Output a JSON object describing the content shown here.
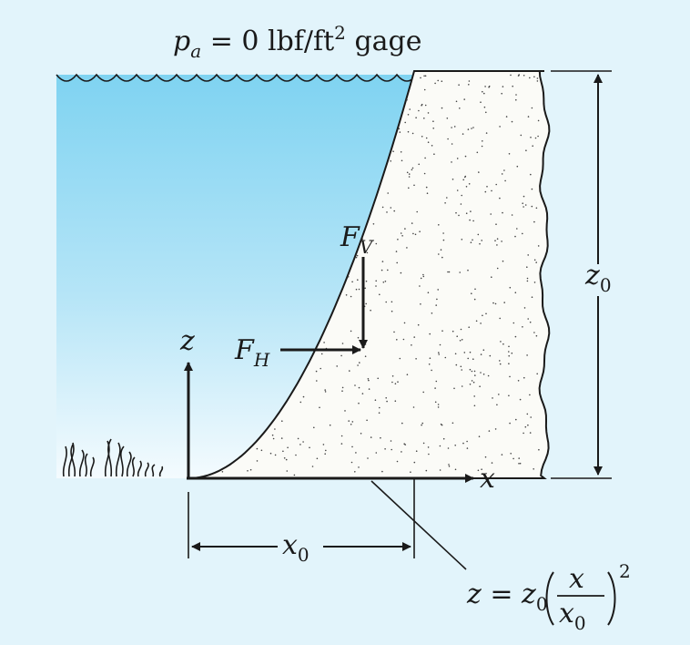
{
  "pressure": {
    "var": "p",
    "sub": "a",
    "rest": " = 0 lbf/ft",
    "sup": "2",
    "tail": " gage"
  },
  "forces": {
    "vertical": {
      "var": "F",
      "sub": "V"
    },
    "horizontal": {
      "var": "F",
      "sub": "H"
    }
  },
  "axes": {
    "z": "z",
    "x": "x"
  },
  "dimensions": {
    "height": {
      "var": "z",
      "sub": "0"
    },
    "width": {
      "var": "x",
      "sub": "0"
    }
  },
  "equation": {
    "lhs": "z = z",
    "lhs_sub": "0",
    "frac_num": "x",
    "frac_den": "x",
    "frac_den_sub": "0",
    "power": "2"
  },
  "colors": {
    "background": "#e2f4fb",
    "water_top": "#7fd3f1",
    "water_bottom": "#f4fbfe",
    "dam_fill": "#fbfbf7",
    "ink": "#1a1a1a"
  }
}
